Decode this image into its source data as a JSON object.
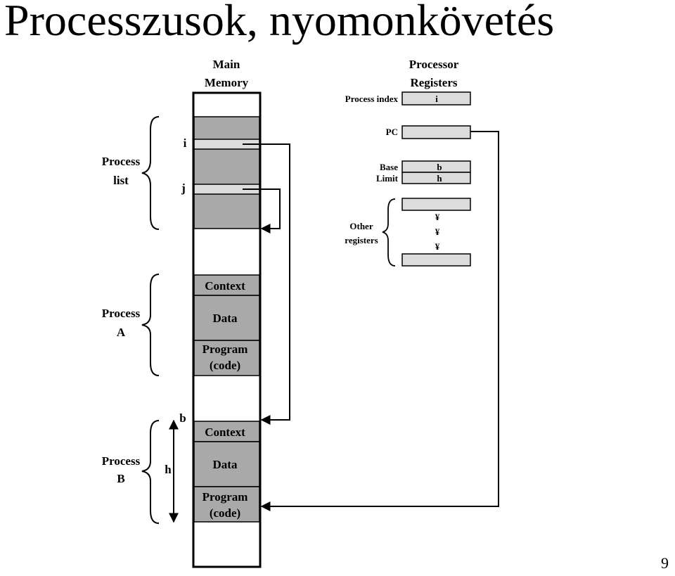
{
  "slide": {
    "title": "Processzusok, nyomonkövetés",
    "page_number": "9"
  },
  "diagram": {
    "main_memory_label": [
      "Main",
      "Memory"
    ],
    "processor_registers_label": [
      "Processor",
      "Registers"
    ],
    "process_list_label": [
      "Process",
      "list"
    ],
    "process_a_label": [
      "Process",
      "A"
    ],
    "process_b_label": [
      "Process",
      "B"
    ],
    "pointer_i": "i",
    "pointer_j": "j",
    "bound_b": "b",
    "bound_h": "h",
    "process_a": {
      "context": "Context",
      "data": "Data",
      "program": [
        "Program",
        "(code)"
      ]
    },
    "process_b": {
      "context": "Context",
      "data": "Data",
      "program": [
        "Program",
        "(code)"
      ]
    },
    "registers": {
      "process_index_label": "Process index",
      "process_index_value": "i",
      "pc_label": "PC",
      "base_label": "Base",
      "base_value": "b",
      "limit_label": "Limit",
      "limit_value": "h",
      "other_label": [
        "Other",
        "registers"
      ],
      "ellipsis_mark": "¥"
    }
  },
  "colors": {
    "filled_block": "#a9a9a9",
    "light_slot": "#dcdcdc",
    "outline": "#000000"
  }
}
